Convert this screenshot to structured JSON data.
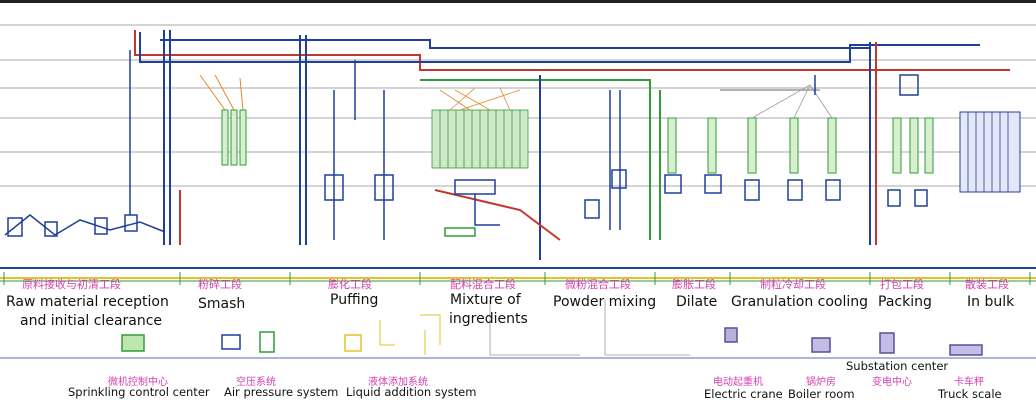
{
  "sections": [
    {
      "cn": "原料接收与初清工段",
      "en": "Raw material reception",
      "en2": "and initial clearance"
    },
    {
      "cn": "粉碎工段",
      "en": "Smash"
    },
    {
      "cn": "膨化工段",
      "en": "Puffing"
    },
    {
      "cn": "配料混合工段",
      "en": "Mixture of",
      "en2": "ingredients"
    },
    {
      "cn": "微粉混合工段",
      "en": "Powder mixing"
    },
    {
      "cn": "膨胀工段",
      "en": "Dilate"
    },
    {
      "cn": "制粒冷却工段",
      "en": "Granulation cooling"
    },
    {
      "cn": "打包工段",
      "en": "Packing"
    },
    {
      "cn": "散装工段",
      "en": "In bulk"
    }
  ],
  "facilities": [
    {
      "cn": "微机控制中心",
      "en": "Sprinkling control center"
    },
    {
      "cn": "空压系统",
      "en": "Air pressure system"
    },
    {
      "cn": "液体添加系统",
      "en": "Liquid addition system"
    },
    {
      "cn": "电动起重机",
      "en": "Electric crane"
    },
    {
      "cn": "锅炉房",
      "en": "Boiler room"
    },
    {
      "cn": "变电中心",
      "en": "Substation center"
    },
    {
      "cn": "卡车秤",
      "en": "Truck scale"
    }
  ],
  "colors": {
    "pipe_blue": "#1f3f9a",
    "pipe_red": "#c0392b",
    "pipe_green": "#2e9e3a",
    "pipe_orange": "#e08a2a",
    "label_magenta": "#d63fb0",
    "baseline_yellow": "#e6c229",
    "guide_line": "#9a9a9a"
  }
}
